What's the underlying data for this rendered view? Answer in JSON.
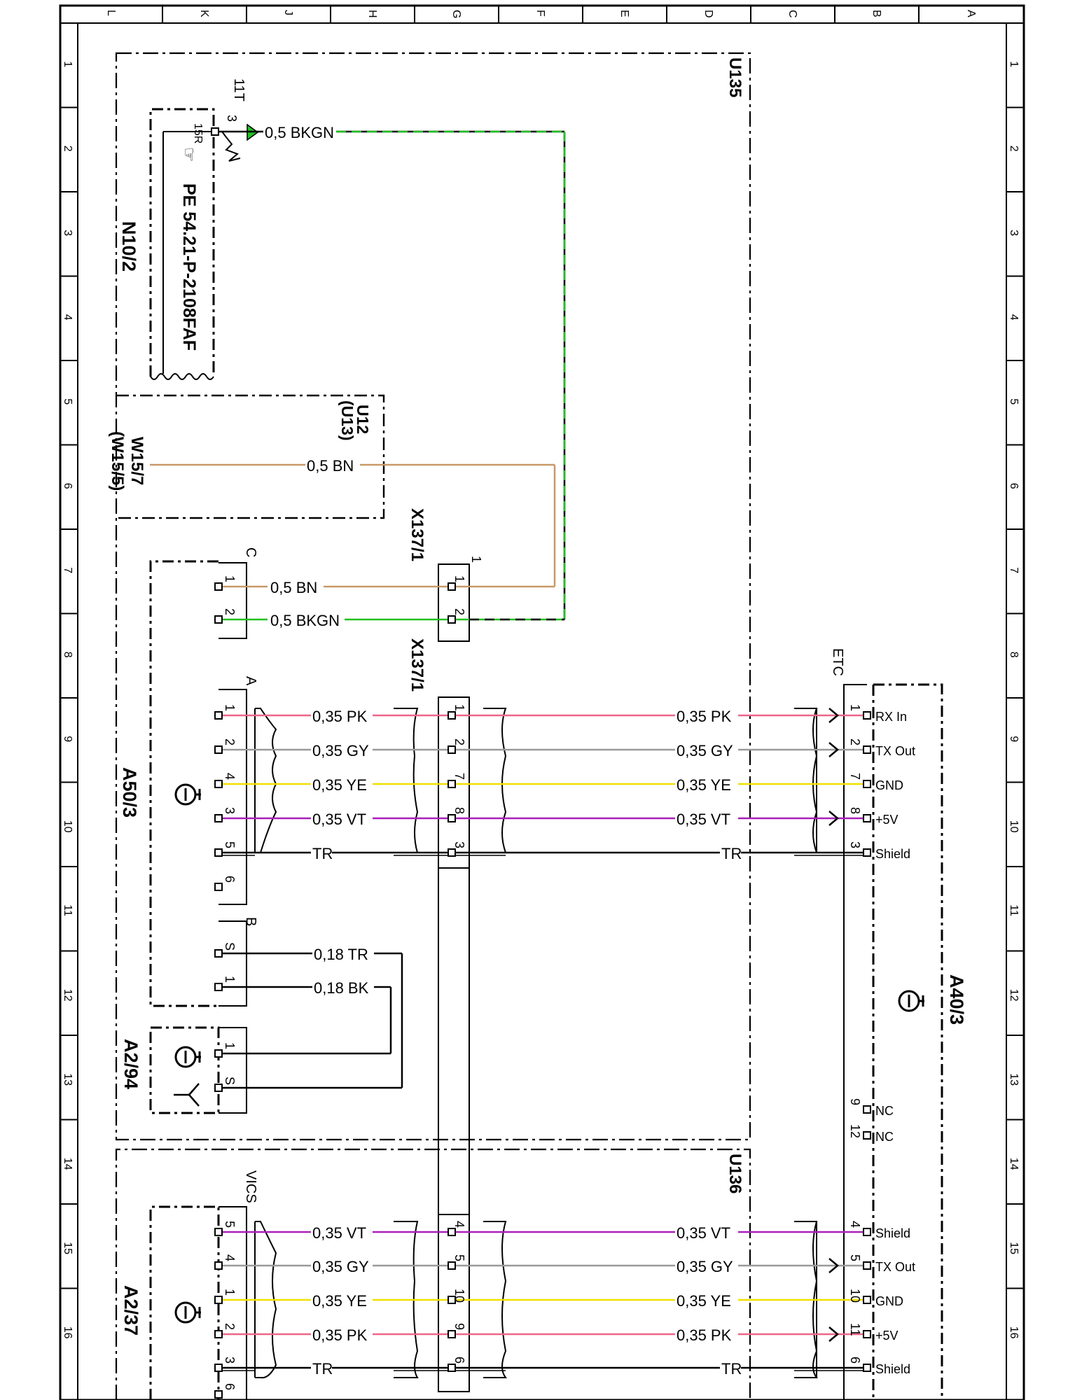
{
  "frame": {
    "top_columns": [
      "L",
      "K",
      "J",
      "H",
      "G",
      "F",
      "E",
      "D",
      "C",
      "B",
      "A"
    ],
    "side_rows": [
      "1",
      "2",
      "3",
      "4",
      "5",
      "6",
      "7",
      "8",
      "9",
      "10",
      "11",
      "12",
      "13",
      "14",
      "15",
      "16"
    ]
  },
  "components": {
    "u135": "U135",
    "u136": "U136",
    "n10_2": "N10/2",
    "pe_ref": "PE 54.21-P-2108FAF",
    "n10_pin_label": "11T",
    "n10_pin_num": "3",
    "n10_pin_15r": "15R",
    "u12": "U12",
    "u13": "(U13)",
    "w15_7": "W15/7",
    "w15_5": "(W15/5)",
    "x137_top": "X137/1",
    "x137_mid": "X137/1",
    "x137_top_pin_header": "1",
    "a50_3": "A50/3",
    "a50_conn_c": "C",
    "a50_conn_a": "A",
    "a50_conn_b": "B",
    "a2_94": "A2/94",
    "a2_37": "A2/37",
    "a2_37_conn": "VICS",
    "a40_3": "A40/3",
    "a40_conn": "ETC"
  },
  "wires": {
    "n10_bkgn": "0,5 BKGN",
    "w15_bn": "0,5 BN",
    "c1_bn": "0,5 BN",
    "c2_bkgn": "0,5 BKGN",
    "a_pk_l": "0,35 PK",
    "a_pk_r": "0,35 PK",
    "a_gy_l": "0,35 GY",
    "a_gy_r": "0,35 GY",
    "a_ye_l": "0,35 YE",
    "a_ye_r": "0,35 YE",
    "a_vt_l": "0,35 VT",
    "a_vt_r": "0,35 VT",
    "a_tr_l": "TR",
    "a_tr_r": "TR",
    "b_tr": "0,18 TR",
    "b_bk": "0,18 BK",
    "v_vt_l": "0,35 VT",
    "v_vt_r": "0,35 VT",
    "v_gy_l": "0,35 GY",
    "v_gy_r": "0,35 GY",
    "v_ye_l": "0,35 YE",
    "v_ye_r": "0,35 YE",
    "v_pk_l": "0,35 PK",
    "v_pk_r": "0,35 PK",
    "v_tr_l": "TR",
    "v_tr_r": "TR"
  },
  "pins": {
    "c": [
      "1",
      "2"
    ],
    "x137_top": [
      "1",
      "2"
    ],
    "a": [
      "1",
      "2",
      "4",
      "3",
      "5",
      "6"
    ],
    "x137_mid": [
      "1",
      "2",
      "7",
      "8",
      "3"
    ],
    "etc": [
      "1",
      "2",
      "7",
      "8",
      "3"
    ],
    "b": [
      "S",
      "1"
    ],
    "a2_94": [
      "1",
      "S"
    ],
    "etc_nc": [
      "9",
      "12"
    ],
    "vics": [
      "5",
      "4",
      "1",
      "2",
      "3",
      "6"
    ],
    "x137_bot": [
      "4",
      "5",
      "10",
      "9",
      "6"
    ],
    "etc_bot": [
      "4",
      "5",
      "10",
      "11",
      "6"
    ]
  },
  "signals": {
    "rx_in": "RX In",
    "tx_out": "TX Out",
    "gnd": "GND",
    "plus5v": "+5V",
    "shield": "Shield",
    "nc1": "NC",
    "nc2": "NC",
    "v_shield": "Shield",
    "v_tx_out": "TX Out",
    "v_gnd": "GND",
    "v_plus5v": "+5V",
    "v_shield2": "Shield"
  },
  "colors": {
    "BKGN_stripe": "#22c022",
    "BN": "#c89968",
    "PK": "#ee6688",
    "GY": "#9a9a9a",
    "YE": "#f0e000",
    "VT": "#aa1fbb",
    "TR": "#000000"
  }
}
